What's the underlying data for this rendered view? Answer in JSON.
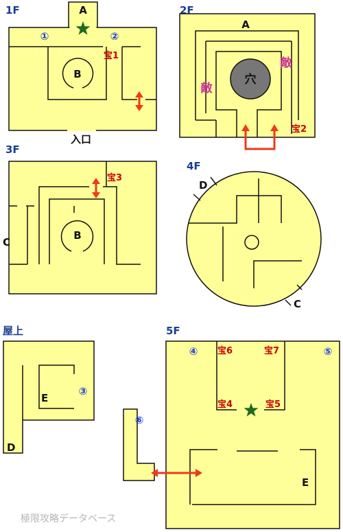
{
  "floors": {
    "f1": "1F",
    "f2": "2F",
    "f3": "3F",
    "f4": "4F",
    "roof": "屋上",
    "f5": "5F"
  },
  "labels": {
    "f1_a": "A",
    "f1_b": "B",
    "f1_num1": "①",
    "f1_num2": "②",
    "f1_treasure1": "宝1",
    "f1_entrance": "入口",
    "f2_a": "A",
    "f2_enemy_right": "敵",
    "f2_enemy_left": "敵",
    "f2_hole": "穴",
    "f2_treasure2": "宝2",
    "f3_b": "B",
    "f3_c": "C",
    "f3_treasure3": "宝3",
    "f4_d": "D",
    "f4_c": "C",
    "roof_e": "E",
    "roof_d": "D",
    "roof_num3": "③",
    "f5_num4": "④",
    "f5_num5": "⑤",
    "f5_num6": "⑥",
    "f5_treasure6": "宝6",
    "f5_treasure7": "宝7",
    "f5_treasure4": "宝4",
    "f5_treasure5": "宝5",
    "f5_e": "E"
  },
  "watermark": "極限攻略データベース",
  "colors": {
    "floor_fill": "#ffff99",
    "wall": "#111111",
    "arrow": "#ee3a1a",
    "star": "#1e6b1e",
    "hole": "#777777",
    "floor_label": "#1a3f8f",
    "number": "#1f3fd9",
    "treasure": "#cc0000",
    "enemy": "#cc3399"
  },
  "icons": {
    "star": "star-icon",
    "arrow": "double-arrow-icon",
    "hole": "hole-icon"
  }
}
